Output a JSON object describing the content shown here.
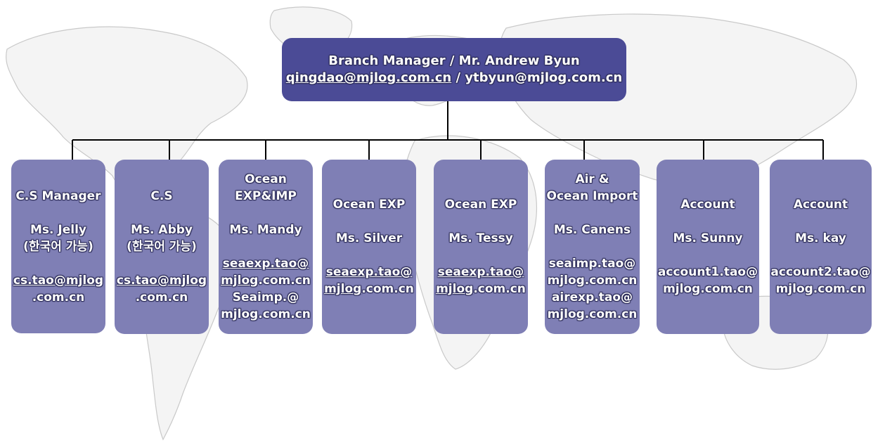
{
  "colors": {
    "manager_box": "#4b4b96",
    "staff_box": "#7f7fb5",
    "connector": "#000000",
    "text": "#ffffff"
  },
  "manager": {
    "title": "Branch Manager / Mr. Andrew Byun",
    "email_primary": "qingdao@mjlog.com.cn",
    "separator": " / ",
    "email_secondary": "ytbyun@mjlog.com.cn"
  },
  "staff": [
    {
      "role_lines": [
        "C.S Manager"
      ],
      "name": "Ms. Jelly",
      "note": "(한국어 가능)",
      "contacts": [
        {
          "link": "cs.tao@mjlog",
          "rest": ""
        },
        {
          "link": "",
          "rest": ".com.cn"
        }
      ]
    },
    {
      "role_lines": [
        "C.S"
      ],
      "name": "Ms. Abby",
      "note": "(한국어 가능)",
      "contacts": [
        {
          "link": "cs.tao@mjlog",
          "rest": ""
        },
        {
          "link": "",
          "rest": ".com.cn"
        }
      ]
    },
    {
      "role_lines": [
        "Ocean",
        "EXP&IMP"
      ],
      "name": "Ms. Mandy",
      "note": "",
      "contacts": [
        {
          "link": "seaexp.tao@",
          "rest": ""
        },
        {
          "link": "mjlog",
          "rest": ".com.cn"
        },
        {
          "link": "",
          "rest": "Seaimp.@"
        },
        {
          "link": "",
          "rest": "mjlog.com.cn"
        }
      ]
    },
    {
      "role_lines": [
        "Ocean EXP"
      ],
      "name": "Ms. Silver",
      "note": "",
      "contacts": [
        {
          "link": "seaexp.tao@",
          "rest": ""
        },
        {
          "link": "mjlog",
          "rest": ".com.cn"
        }
      ]
    },
    {
      "role_lines": [
        "Ocean EXP"
      ],
      "name": "Ms. Tessy",
      "note": "",
      "contacts": [
        {
          "link": "seaexp.tao@",
          "rest": ""
        },
        {
          "link": "mjlog",
          "rest": ".com.cn"
        }
      ]
    },
    {
      "role_lines": [
        "Air &",
        "Ocean Import"
      ],
      "name": "Ms. Canens",
      "note": "",
      "contacts": [
        {
          "link": "",
          "rest": "seaimp.tao@"
        },
        {
          "link": "",
          "rest": "mjlog.com.cn"
        },
        {
          "link": "",
          "rest": "airexp.tao@"
        },
        {
          "link": "",
          "rest": "mjlog.com.cn"
        }
      ]
    },
    {
      "role_lines": [
        "Account"
      ],
      "name": "Ms. Sunny",
      "note": "",
      "contacts": [
        {
          "link": "",
          "rest": "account1.tao@"
        },
        {
          "link": "",
          "rest": "mjlog.com.cn"
        }
      ]
    },
    {
      "role_lines": [
        "Account"
      ],
      "name": "Ms. kay",
      "note": "",
      "contacts": [
        {
          "link": "",
          "rest": "account2.tao@"
        },
        {
          "link": "",
          "rest": "mjlog.com.cn"
        }
      ]
    }
  ]
}
